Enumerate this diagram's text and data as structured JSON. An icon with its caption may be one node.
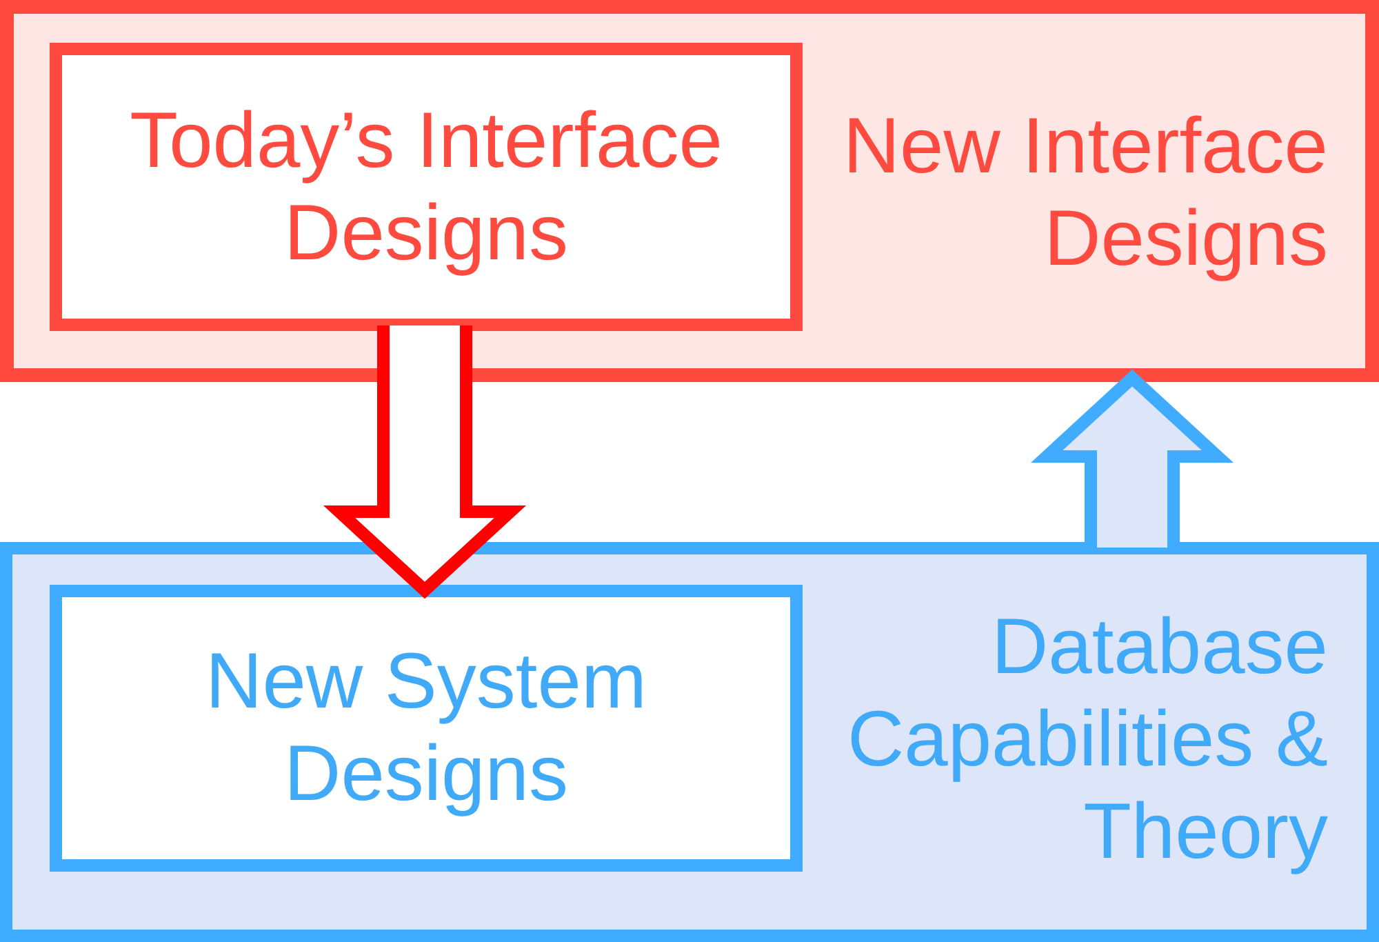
{
  "diagram": {
    "nodes": [
      {
        "text": [
          "New Interface Designs"
        ]
      },
      {
        "text": [
          "Today’s Interface Designs"
        ],
        "in": 0
      },
      {
        "text": [
          "Database Capabilities & Theory"
        ]
      },
      {
        "text": [
          "New System Designs"
        ],
        "in": 2
      }
    ],
    "edges": [
      {
        "from": 1,
        "to": 3,
        "arrow": "to",
        "color": "#ff0000"
      },
      {
        "from": 2,
        "to": 0,
        "arrow": "to",
        "color": "#40acff"
      }
    ]
  }
}
